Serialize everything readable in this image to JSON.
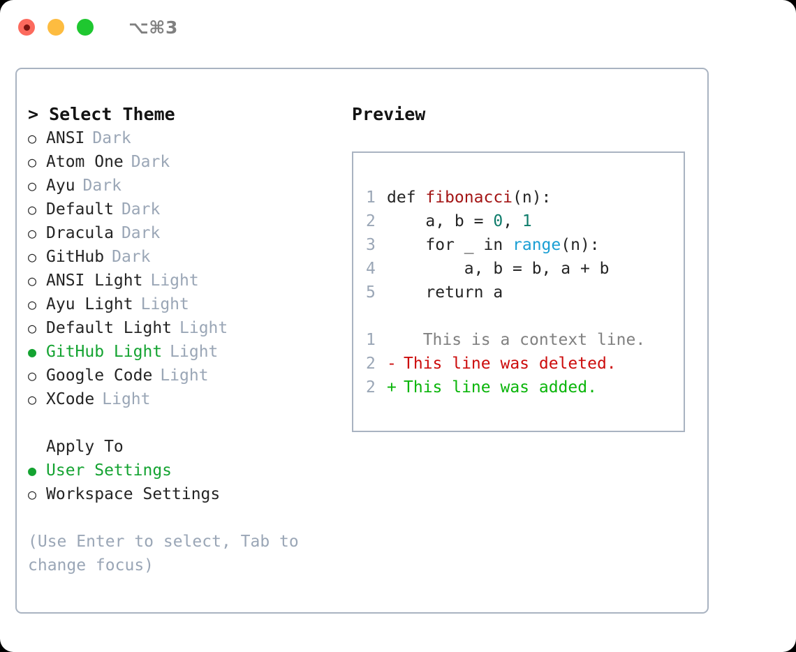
{
  "window": {
    "shortcut": "⌥⌘3",
    "traffic_lights": [
      {
        "name": "close",
        "color": "#fc6a5d"
      },
      {
        "name": "minimize",
        "color": "#fdbc40"
      },
      {
        "name": "maximize",
        "color": "#1fc730"
      }
    ]
  },
  "theme_panel": {
    "header": "> Select Theme",
    "selected_color": "#14a331",
    "badge_color": "#9aa6b6",
    "bullet_empty": "○",
    "bullet_filled": "●",
    "items": [
      {
        "label": "ANSI",
        "badge": "Dark",
        "selected": false
      },
      {
        "label": "Atom One",
        "badge": "Dark",
        "selected": false
      },
      {
        "label": "Ayu",
        "badge": "Dark",
        "selected": false
      },
      {
        "label": "Default",
        "badge": "Dark",
        "selected": false
      },
      {
        "label": "Dracula",
        "badge": "Dark",
        "selected": false
      },
      {
        "label": "GitHub",
        "badge": "Dark",
        "selected": false
      },
      {
        "label": "ANSI Light",
        "badge": "Light",
        "selected": false
      },
      {
        "label": "Ayu Light",
        "badge": "Light",
        "selected": false
      },
      {
        "label": "Default Light",
        "badge": "Light",
        "selected": false
      },
      {
        "label": "GitHub Light",
        "badge": "Light",
        "selected": true
      },
      {
        "label": "Google Code",
        "badge": "Light",
        "selected": false
      },
      {
        "label": "XCode",
        "badge": "Light",
        "selected": false
      }
    ]
  },
  "apply_to": {
    "title": "Apply To",
    "options": [
      {
        "label": "User Settings",
        "selected": true
      },
      {
        "label": "Workspace Settings",
        "selected": false
      }
    ]
  },
  "hint": "(Use Enter to select, Tab to change focus)",
  "preview": {
    "title": "Preview",
    "code_lines": [
      {
        "number": "1",
        "tokens": [
          {
            "text": "def ",
            "type": "plain"
          },
          {
            "text": "fibonacci",
            "type": "function"
          },
          {
            "text": "(n):",
            "type": "plain"
          }
        ]
      },
      {
        "number": "2",
        "tokens": [
          {
            "text": "    a, b = ",
            "type": "plain"
          },
          {
            "text": "0",
            "type": "number"
          },
          {
            "text": ", ",
            "type": "plain"
          },
          {
            "text": "1",
            "type": "number"
          }
        ]
      },
      {
        "number": "3",
        "tokens": [
          {
            "text": "    for _ in ",
            "type": "plain"
          },
          {
            "text": "range",
            "type": "builtin"
          },
          {
            "text": "(n):",
            "type": "plain"
          }
        ]
      },
      {
        "number": "4",
        "tokens": [
          {
            "text": "        a, b = b, a + b",
            "type": "plain"
          }
        ]
      },
      {
        "number": "5",
        "tokens": [
          {
            "text": "    return a",
            "type": "plain"
          }
        ]
      }
    ],
    "diff_lines": [
      {
        "number": "1",
        "marker": " ",
        "text": "  This is a context line.",
        "kind": "context"
      },
      {
        "number": "2",
        "marker": "-",
        "text": "This line was deleted.",
        "kind": "deleted"
      },
      {
        "number": "2",
        "marker": "+",
        "text": "This line was added.",
        "kind": "added"
      }
    ],
    "syntax_colors": {
      "function": "#a31515",
      "number": "#0e7c6b",
      "builtin": "#1a9fd4",
      "plain": "#242424",
      "gutter": "#9aa6b6",
      "diff_context": "#808080",
      "diff_deleted": "#cc0c0c",
      "diff_added": "#0ab50a"
    }
  }
}
